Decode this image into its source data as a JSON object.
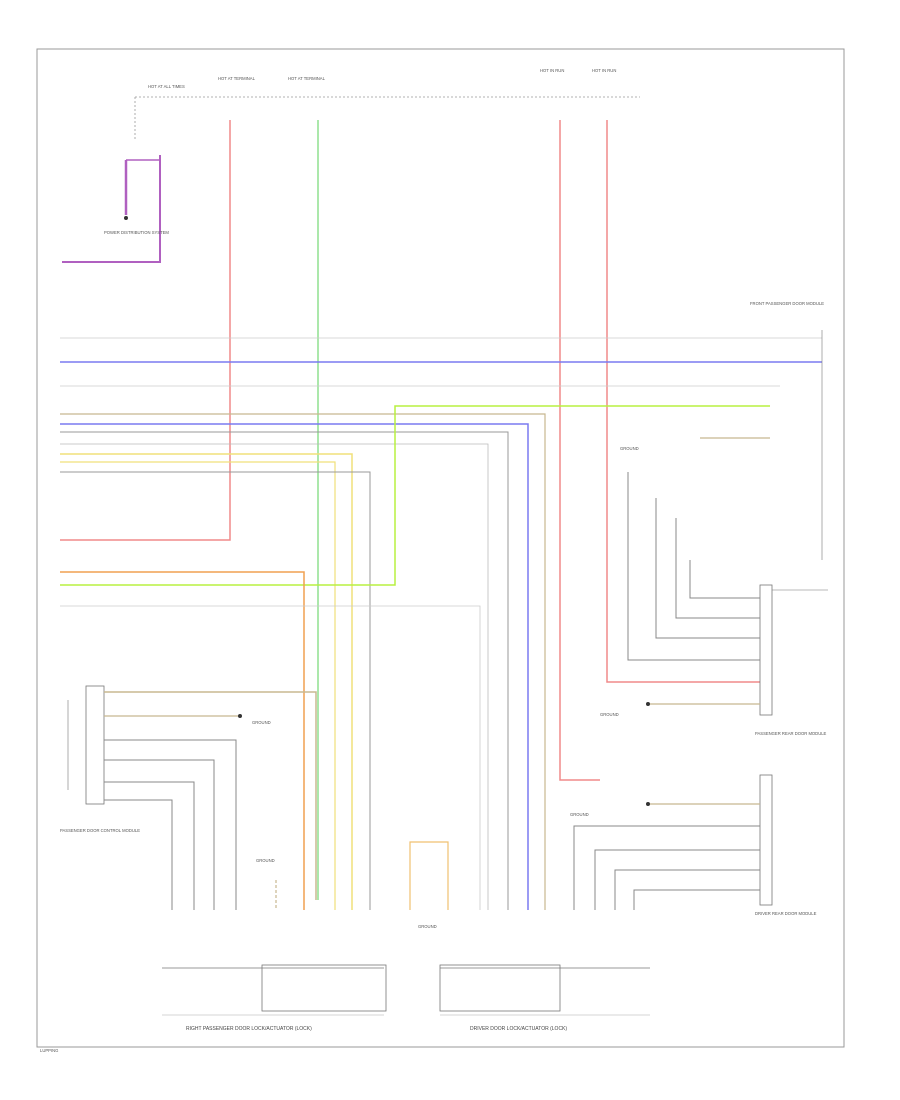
{
  "diagram": {
    "page_ref": "LUPPING",
    "footer_labels": {
      "left_unit": "RIGHT PASSENGER DOOR LOCK/ACTUATOR (LOCK)",
      "right_unit": "DRIVER DOOR LOCK/ACTUATOR (LOCK)"
    },
    "fuse_labels": [
      {
        "id": "f1",
        "text": "HOT AT ALL TIMES"
      },
      {
        "id": "f2",
        "text": "HOT AT TERMINAL"
      },
      {
        "id": "f3",
        "text": "HOT AT TERMINAL"
      },
      {
        "id": "f4",
        "text": "HOT IN RUN"
      },
      {
        "id": "f5",
        "text": "HOT IN RUN"
      }
    ],
    "component_labels": {
      "power_dist": "POWER DISTRIBUTION SYSTEM",
      "front_pass_mod": "FRONT PASSENGER DOOR MODULE",
      "right_ground": "GROUND",
      "left_ground": "GROUND",
      "center_ground": "GROUND",
      "top_right_ground": "GROUND",
      "mid_right_ground": "GROUND",
      "lower_right_ground": "GROUND",
      "left_module": "PASSENGER DOOR CONTROL MODULE",
      "right_module_a": "PASSENGER REAR DOOR MODULE",
      "right_module_b": "DRIVER REAR DOOR MODULE"
    },
    "colors": {
      "red": "#f08a8a",
      "green": "#8fe08f",
      "blue": "#7a7af0",
      "yellow": "#f0e07a",
      "orange": "#f0a050",
      "lime": "#b8f040",
      "purple": "#b060c0",
      "tan": "#c8b890",
      "gray": "#aaaaaa",
      "black": "#333333",
      "frame": "#999999"
    }
  }
}
